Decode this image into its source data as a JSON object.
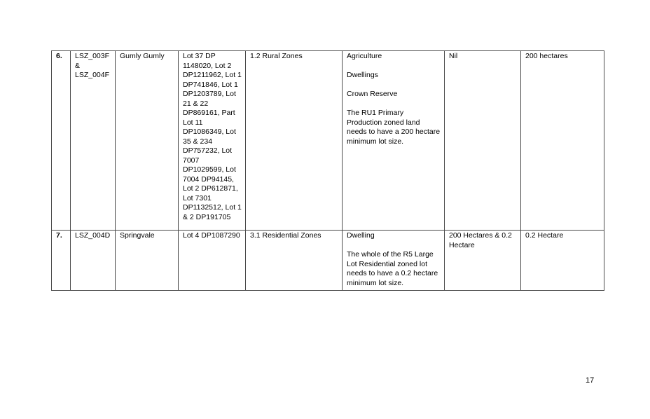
{
  "table": {
    "rows": [
      {
        "number": "6.",
        "ids": [
          "LSZ_003F",
          "&",
          "LSZ_004F"
        ],
        "locality": "Gumly Gumly",
        "lots": "Lot 37 DP 1148020, Lot 2 DP1211962, Lot 1 DP741846, Lot 1 DP1203789, Lot 21 & 22 DP869161, Part Lot 11 DP1086349, Lot 35 & 234 DP757232, Lot 7007 DP1029599, Lot 7004 DP94145, Lot 2 DP612871, Lot 7301 DP1132512, Lot 1 & 2 DP191705",
        "zone": "1.2 Rural Zones",
        "uses": [
          "Agriculture",
          "Dwellings",
          "Crown Reserve",
          "The RU1 Primary Production zoned land needs to have a 200 hectare minimum lot size."
        ],
        "current": "Nil",
        "proposed": "200 hectares"
      },
      {
        "number": "7.",
        "ids": [
          "LSZ_004D"
        ],
        "locality": "Springvale",
        "lots": "Lot 4 DP1087290",
        "zone": "3.1 Residential Zones",
        "uses": [
          "Dwelling",
          "The whole of the R5 Large Lot Residential zoned lot needs to have a 0.2 hectare minimum lot size."
        ],
        "current": "200 Hectares & 0.2 Hectare",
        "proposed": "0.2 Hectare"
      }
    ]
  },
  "page_number": "17"
}
